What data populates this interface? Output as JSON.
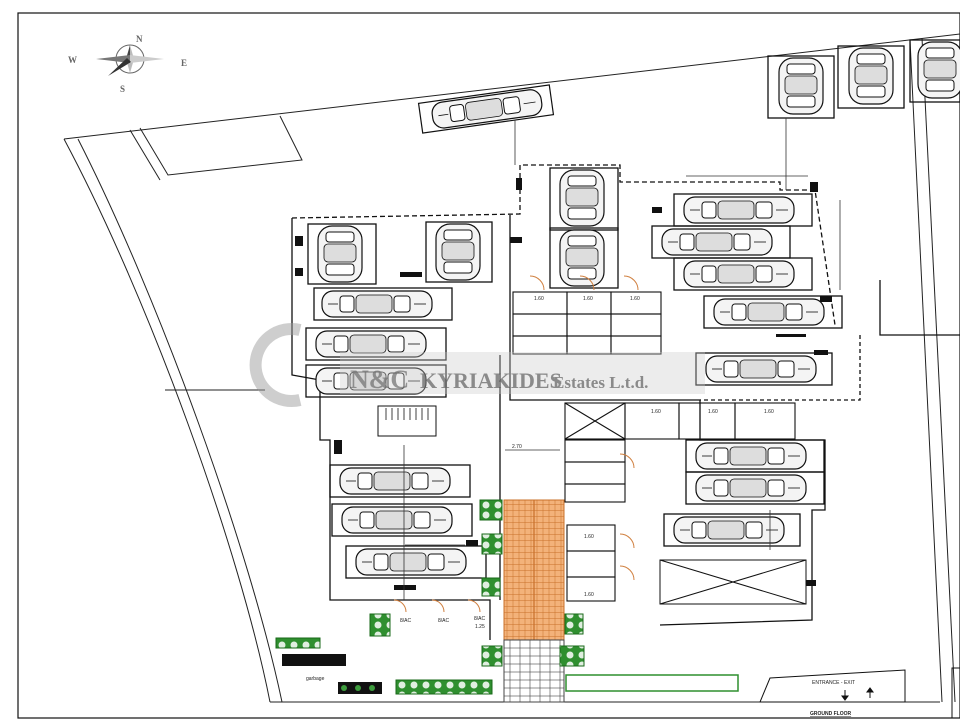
{
  "compass": {
    "north": "N",
    "south": "S",
    "east": "E",
    "west": "W"
  },
  "watermark": {
    "brand": "N&C",
    "name": "KYRIAKIDES",
    "sub": "Estates L.t.d."
  },
  "labels": {
    "floor": "GROUND FLOOR",
    "entrance": "ENTRANCE - EXIT",
    "garbage": "garbage",
    "ac": [
      "8/AC",
      "8/AC",
      "8/AC"
    ],
    "dims": [
      "1.60",
      "1.60",
      "1.60",
      "1.60",
      "1.60",
      "1.60",
      "2.70",
      "1.60",
      "1.60",
      "1.25"
    ]
  },
  "colors": {
    "line": "#111111",
    "stair": "#f0b078",
    "stair_line": "#c8702a",
    "planter": "#3d9c3d",
    "door": "#d08040",
    "watermark": "#8a8a8a"
  }
}
